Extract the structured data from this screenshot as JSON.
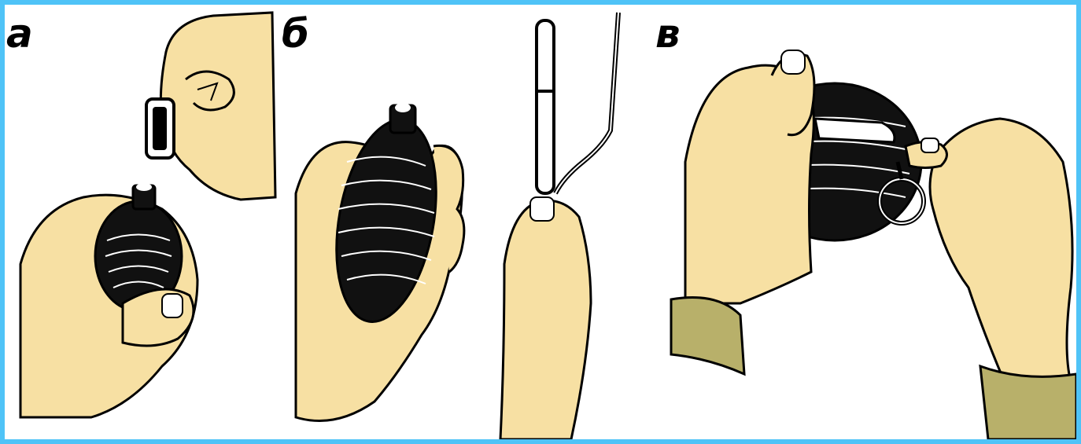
{
  "panels": [
    {
      "id": "a",
      "label": "а"
    },
    {
      "id": "b",
      "label": "б"
    },
    {
      "id": "v",
      "label": "в"
    }
  ],
  "colors": {
    "border": "#4fc3f7",
    "skin": "#f7e0a3",
    "ink": "#000000",
    "sleeve": "#b8b06a",
    "background": "#ffffff"
  }
}
